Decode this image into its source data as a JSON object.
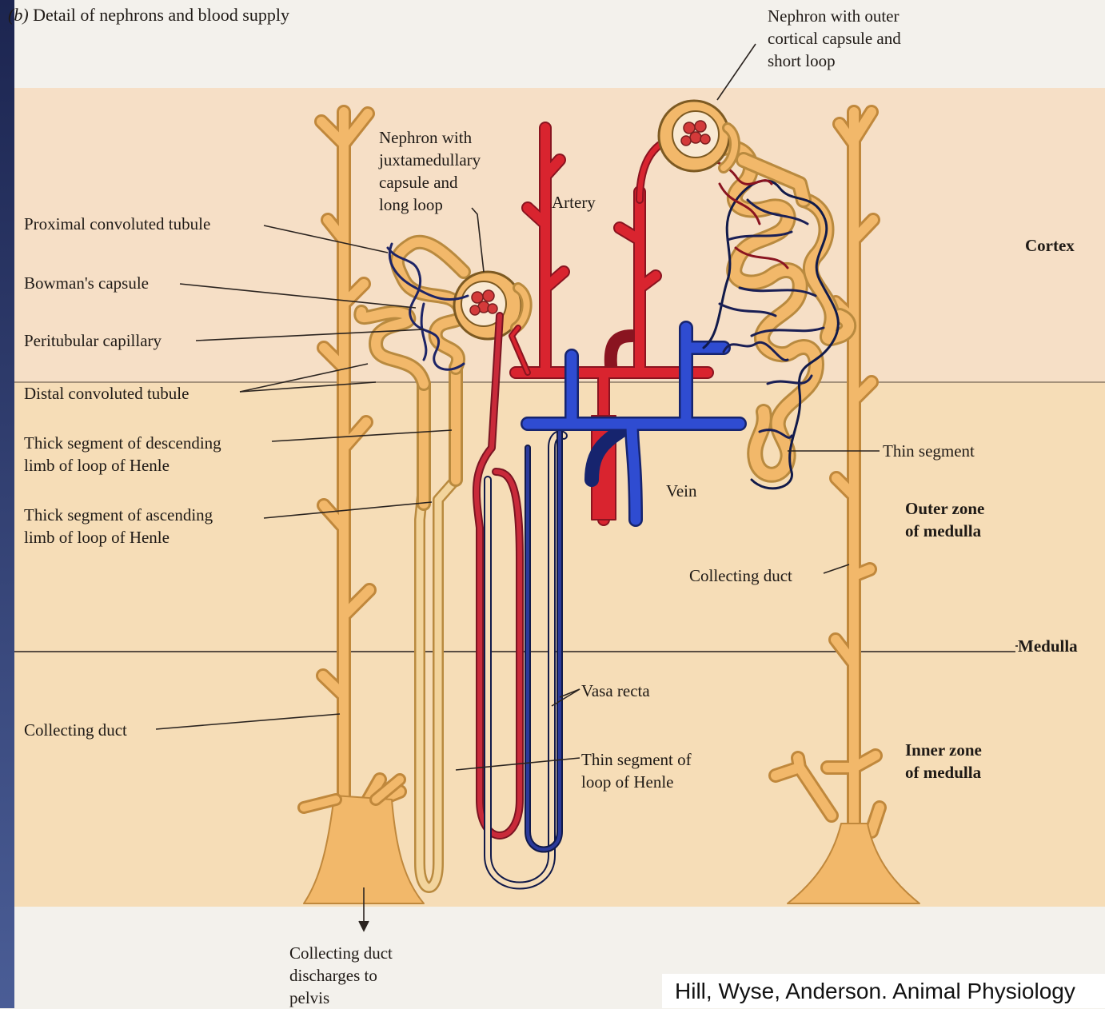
{
  "caption": {
    "marker": "(b)",
    "text": "Detail of nephrons and blood supply"
  },
  "zones": {
    "cortex": "Cortex",
    "outer_medulla": "Outer zone\nof medulla",
    "medulla": "Medulla",
    "inner_medulla": "Inner zone\nof medulla"
  },
  "labels": {
    "nephron_outer": "Nephron with outer\ncortical capsule and\nshort loop",
    "nephron_juxta": "Nephron with\njuxtamedullary\ncapsule and\nlong loop",
    "artery": "Artery",
    "vein": "Vein",
    "proximal": "Proximal convoluted tubule",
    "bowman": "Bowman's capsule",
    "peritubular": "Peritubular capillary",
    "distal": "Distal convoluted tubule",
    "thick_desc": "Thick segment of descending\nlimb of loop of Henle",
    "thick_asc": "Thick segment of ascending\nlimb of loop of Henle",
    "thin_segment": "Thin segment",
    "collecting_duct_right": "Collecting duct",
    "collecting_duct_left": "Collecting duct",
    "vasa_recta": "Vasa recta",
    "thin_loop": "Thin segment of\nloop of Henle",
    "discharge": "Collecting duct\ndischarges to\npelvis"
  },
  "credit": "Hill, Wyse, Anderson. Animal Physiology",
  "colors": {
    "cortex_bg": "#f5ddc3",
    "medulla_bg": "#f5dcb6",
    "tubule": "#f0b466",
    "tubule_edge": "#b98a3f",
    "artery": "#d9242f",
    "vein": "#2746b8",
    "capillary_dark": "#1d2466"
  }
}
